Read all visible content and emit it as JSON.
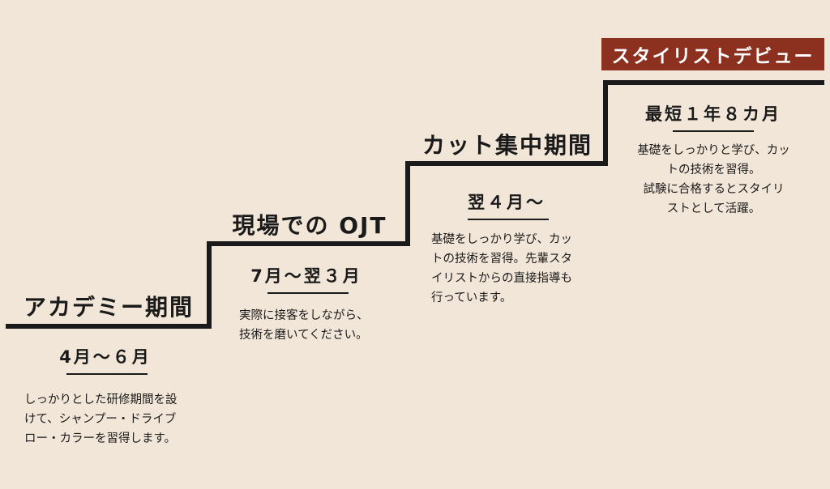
{
  "steps": [
    {
      "title": "アカデミー期間",
      "period": "4月〜６月",
      "description": "しっかりとした研修期間を設\nけて、シャンプー・ドライブ\nロー・カラーを習得します。"
    },
    {
      "title": "現場での OJT",
      "period": "7月〜翌３月",
      "description": "実際に接客をしながら、\n技術を磨いてください。"
    },
    {
      "title": "カット集中期間",
      "period": "翌４月〜",
      "description": "基礎をしっかり学び、カッ\nトの技術を習得。先輩スタ\nイリストからの直接指導も\n行っています。"
    },
    {
      "title": "スタイリストデビュー",
      "period": "最短１年８カ月",
      "description": "基礎をしっかりと学び、カッ\nトの技術を習得。\n試験に合格するとスタイリ\nストとして活躍。"
    }
  ],
  "colors": {
    "background": "#f2e6d8",
    "line": "#1a1a1a",
    "badge": "#8c3020",
    "badge_text": "#ffffff"
  }
}
